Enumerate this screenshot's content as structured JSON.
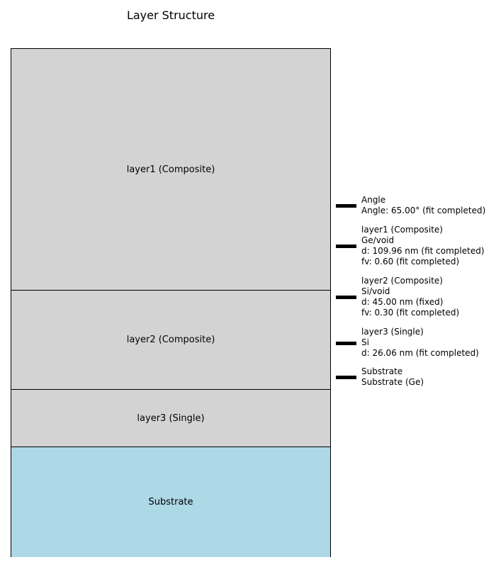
{
  "title": "Layer Structure",
  "colors": {
    "layer_fill": "#d3d3d3",
    "substrate_fill": "#add8e6",
    "border": "#000000",
    "legend_line": "#000000"
  },
  "layers": [
    {
      "label": "layer1 (Composite)",
      "kind": "film"
    },
    {
      "label": "layer2 (Composite)",
      "kind": "film"
    },
    {
      "label": "layer3 (Single)",
      "kind": "film"
    },
    {
      "label": "Substrate",
      "kind": "substrate"
    }
  ],
  "legend": [
    {
      "lines": [
        "Angle",
        "Angle: 65.00° (fit completed)"
      ]
    },
    {
      "lines": [
        "layer1 (Composite)",
        "Ge/void",
        "d: 109.96 nm (fit completed)",
        "fv: 0.60 (fit completed)"
      ]
    },
    {
      "lines": [
        "layer2 (Composite)",
        "Si/void",
        "d: 45.00 nm (fixed)",
        "fv: 0.30 (fit completed)"
      ]
    },
    {
      "lines": [
        "layer3 (Single)",
        "Si",
        "d: 26.06 nm (fit completed)"
      ]
    },
    {
      "lines": [
        "Substrate",
        "Substrate (Ge)"
      ]
    }
  ]
}
